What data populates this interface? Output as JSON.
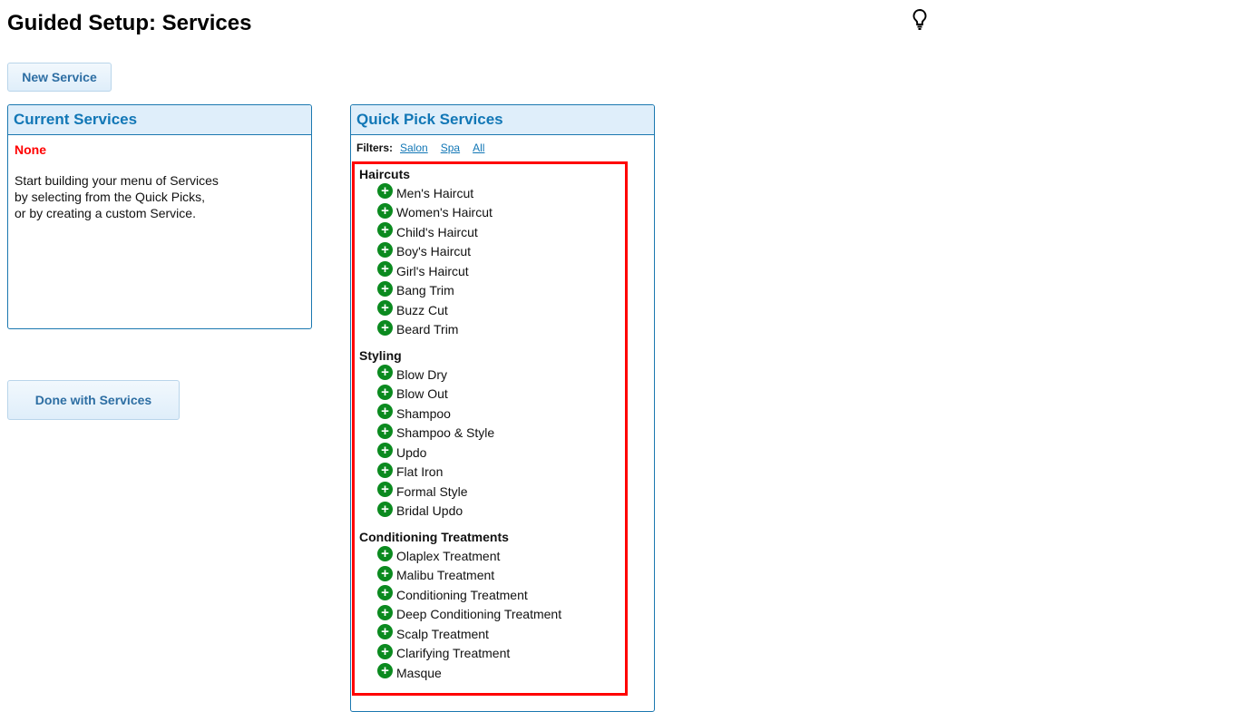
{
  "page_title": "Guided Setup: Services",
  "new_service_label": "New Service",
  "done_label": "Done with Services",
  "current": {
    "title": "Current Services",
    "none": "None",
    "message": [
      "Start building your menu of Services",
      "by selecting from the Quick Picks,",
      "or by creating a custom Service."
    ]
  },
  "quick": {
    "title": "Quick Pick Services",
    "filters_label": "Filters:",
    "filters": [
      "Salon",
      "Spa",
      "All"
    ],
    "groups": [
      {
        "name": "Haircuts",
        "items": [
          "Men's Haircut",
          "Women's Haircut",
          "Child's Haircut",
          "Boy's Haircut",
          "Girl's Haircut",
          "Bang Trim",
          "Buzz Cut",
          "Beard Trim"
        ]
      },
      {
        "name": "Styling",
        "items": [
          "Blow Dry",
          "Blow Out",
          "Shampoo",
          "Shampoo & Style",
          "Updo",
          "Flat Iron",
          "Formal Style",
          "Bridal Updo"
        ]
      },
      {
        "name": "Conditioning Treatments",
        "items": [
          "Olaplex Treatment",
          "Malibu Treatment",
          "Conditioning Treatment",
          "Deep Conditioning Treatment",
          "Scalp Treatment",
          "Clarifying Treatment",
          "Masque"
        ]
      }
    ]
  }
}
